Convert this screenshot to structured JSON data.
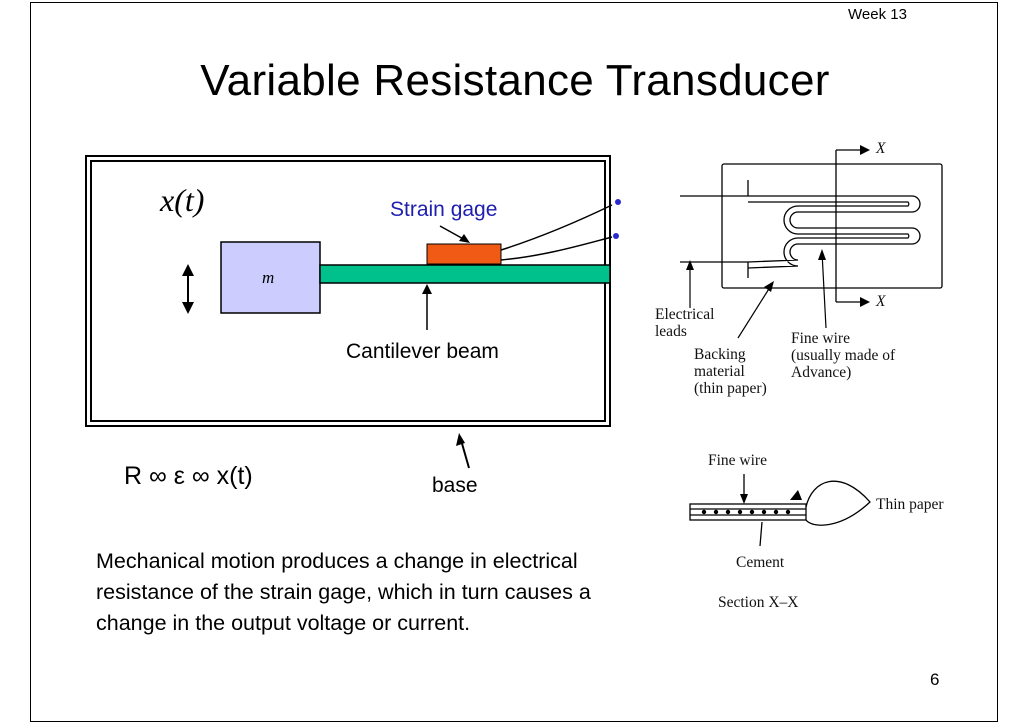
{
  "header": {
    "week": "Week 13"
  },
  "slide": {
    "title": "Variable Resistance Transducer",
    "page_number": "6"
  },
  "diagram": {
    "displacement": "x(t)",
    "mass_label": "m",
    "strain_gage_label": "Strain gage",
    "cantilever_label": "Cantilever beam",
    "base_label": "base",
    "colors": {
      "mass": "#ccccff",
      "beam": "#00c08c",
      "gage": "#f05a14",
      "strain_text": "#2020b0"
    }
  },
  "relation": "R ∞ ε ∞ x(t)",
  "body_text": "Mechanical motion produces a change in electrical resistance of the strain gage, which in turn causes a change in the output voltage or current.",
  "gage_figure": {
    "axis_top": "X",
    "axis_bottom": "X",
    "electrical_leads": "Electrical\nleads",
    "backing_material": "Backing\nmaterial\n(thin paper)",
    "fine_wire": "Fine wire\n(usually made of\nAdvance)"
  },
  "section_figure": {
    "fine_wire": "Fine wire",
    "thin_paper": "Thin paper",
    "cement": "Cement",
    "section_caption": "Section X–X"
  }
}
